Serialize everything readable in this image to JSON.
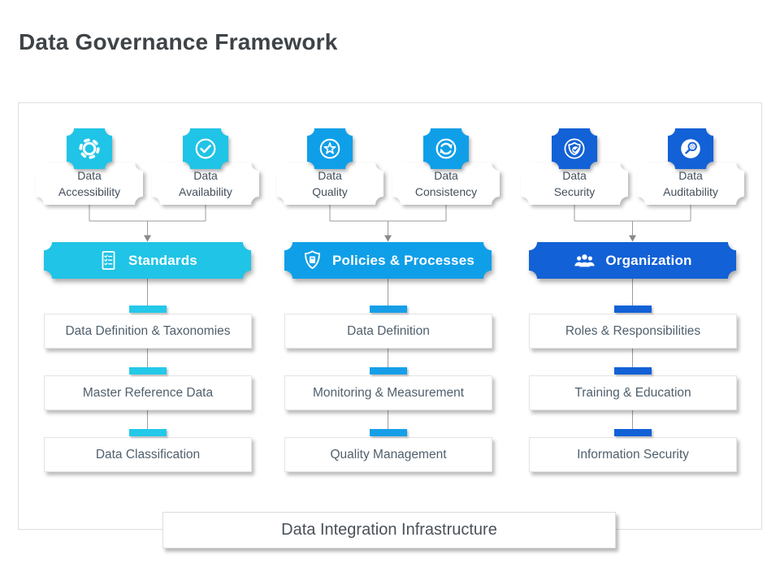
{
  "title": "Data Governance Framework",
  "colors": {
    "cyan": "#20C4E6",
    "blue": "#0F9FE8",
    "dark_blue": "#1261D6",
    "connector_gray": "#9B9B9B",
    "title_text": "#3E4347",
    "item_text": "#50606D"
  },
  "attributes": [
    {
      "line1": "Data",
      "line2": "Accessibility",
      "icon": "gear-icon"
    },
    {
      "line1": "Data",
      "line2": "Availability",
      "icon": "check-circle-icon"
    },
    {
      "line1": "Data",
      "line2": "Quality",
      "icon": "star-circle-icon"
    },
    {
      "line1": "Data",
      "line2": "Consistency",
      "icon": "sync-circle-icon"
    },
    {
      "line1": "Data",
      "line2": "Security",
      "icon": "shield-check-icon"
    },
    {
      "line1": "Data",
      "line2": "Auditability",
      "icon": "magnifier-icon"
    }
  ],
  "pillars": [
    {
      "header": "Standards",
      "icon": "checklist-icon",
      "items": [
        "Data Definition & Taxonomies",
        "Master Reference Data",
        "Data Classification"
      ]
    },
    {
      "header": "Policies & Processes",
      "icon": "shield-book-icon",
      "items": [
        "Data Definition",
        "Monitoring & Measurement",
        "Quality Management"
      ]
    },
    {
      "header": "Organization",
      "icon": "people-icon",
      "items": [
        "Roles & Responsibilities",
        "Training & Education",
        "Information Security"
      ]
    }
  ],
  "footer": {
    "label": "Data Integration Infrastructure"
  }
}
